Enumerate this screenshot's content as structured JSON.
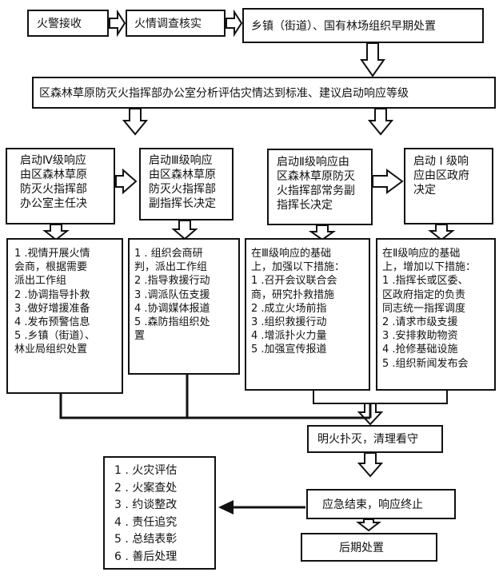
{
  "top_flow": {
    "fire_alarm": "火警接收",
    "fire_investigation": "火情调查核实",
    "early_disposal": "乡镇（街道）、国有林场组织早期处置"
  },
  "assessment": "区森林草原防灭火指挥部办公室分析评估灾情达到标准、建议启动响应等级",
  "responses": [
    {
      "title": "启动Ⅳ级响应\n由区森林草原\n防灭火指挥部\n办公室主任决",
      "measures": "1 .视情开展火情\n会商，根据需要\n派出工作组\n2 .协调指导扑救\n3 .做好增援准备\n4 .发布预警信息\n5 .乡镇（街道）、\n林业局组织处置"
    },
    {
      "title": "启动Ⅲ级响应\n由区森林草原\n防灭火指挥部\n副指挥长决定",
      "measures": "1 . 组织会商研\n判，派出工作组\n2 .指导救援行动\n3 .调派队伍支援\n4 .协调媒体报道\n5 .森防指组织处\n置"
    },
    {
      "title": "启动Ⅱ级响应由\n区森林草原防灭\n火指挥部常务副\n指挥长决定",
      "measures": "在Ⅲ级响应的基础\n上，加强以下措施：\n1 .召开会议联合会\n商，研究扑救措施\n2 .成立火场前指\n3 .组织救援行动\n4 .增派扑火力量\n5 .加强宣传报道"
    },
    {
      "title": "启动 Ⅰ 级响\n应由区政府\n决定",
      "measures": "在Ⅱ级响应的基础\n上，增加以下措施：\n1 .指挥长或区委、\n区政府指定的负责\n同志统一指挥调度\n2 .请求市级支援\n3 .安排救助物资\n4 .抢修基础设施\n5 .组织新闻发布会"
    }
  ],
  "extinguish": "明火扑灭，清理看守",
  "emergency_end": "应急结束，响应终止",
  "aftermath": "后期处置",
  "aftermath_items": "1 . 火灾评估\n2 . 火案查处\n3 . 约谈整改\n4 . 责任追究\n5 . 总结表彰\n6 . 善后处理"
}
